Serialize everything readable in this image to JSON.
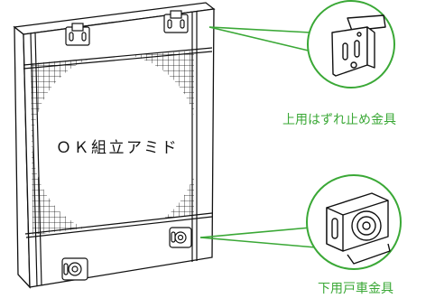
{
  "labels": {
    "screen": "ＯＫ組立アミド",
    "upper_fitting": "上用はずれ止め金具",
    "lower_fitting": "下用戸車金具"
  },
  "colors": {
    "line": "#111111",
    "accent": "#3aa836",
    "mesh": "#d9d9d9",
    "background": "#ffffff"
  },
  "icons": [
    "upper-stopper-bracket-icon",
    "door-roller-bracket-icon"
  ]
}
